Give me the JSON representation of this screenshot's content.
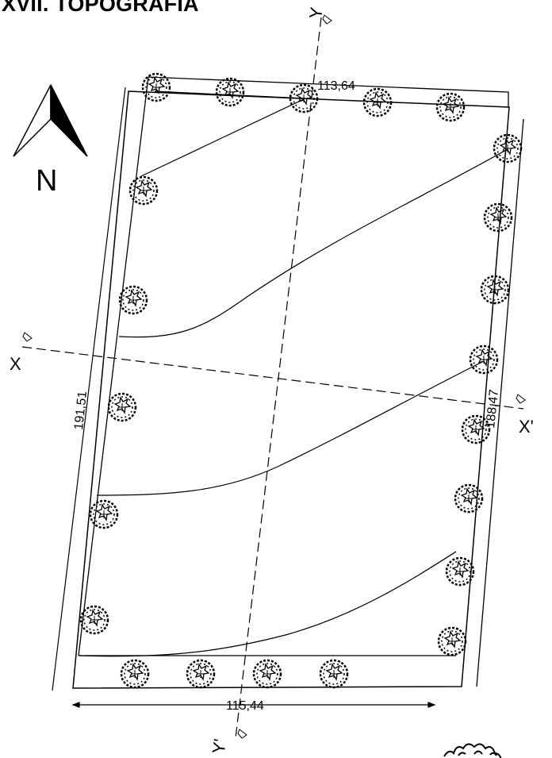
{
  "title": "XVII. TOPOGRAFIA",
  "north_label": "N",
  "dimensions": {
    "top": "113,64",
    "left": "191,51",
    "right": "188,47",
    "bottom": "115,44"
  },
  "section_labels": {
    "x_left": "X",
    "x_right": "X'",
    "y_top": "Y",
    "y_bottom": "Y'"
  }
}
